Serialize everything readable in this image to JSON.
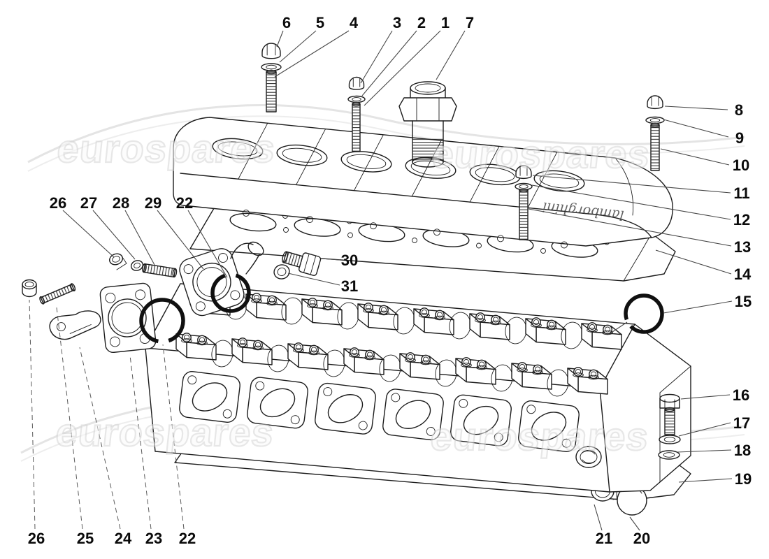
{
  "brand": {
    "watermark_text": "eurospares",
    "watermark_color": "#d4d4d4"
  },
  "diagram": {
    "cover_script": "lamborghini",
    "line_color": "#1c1c1c",
    "oring_color": "#101010",
    "callouts": [
      {
        "id": "top-6",
        "label": "6"
      },
      {
        "id": "top-5",
        "label": "5"
      },
      {
        "id": "top-4",
        "label": "4"
      },
      {
        "id": "top-3",
        "label": "3"
      },
      {
        "id": "top-2",
        "label": "2"
      },
      {
        "id": "top-1",
        "label": "1"
      },
      {
        "id": "top-7",
        "label": "7"
      },
      {
        "id": "right-8",
        "label": "8"
      },
      {
        "id": "right-9",
        "label": "9"
      },
      {
        "id": "right-10",
        "label": "10"
      },
      {
        "id": "right-11",
        "label": "11"
      },
      {
        "id": "right-12",
        "label": "12"
      },
      {
        "id": "right-13",
        "label": "13"
      },
      {
        "id": "right-14",
        "label": "14"
      },
      {
        "id": "right-15",
        "label": "15"
      },
      {
        "id": "right-16",
        "label": "16"
      },
      {
        "id": "right-17",
        "label": "17"
      },
      {
        "id": "right-18",
        "label": "18"
      },
      {
        "id": "right-19",
        "label": "19"
      },
      {
        "id": "left-26",
        "label": "26"
      },
      {
        "id": "left-27",
        "label": "27"
      },
      {
        "id": "left-28",
        "label": "28"
      },
      {
        "id": "left-29",
        "label": "29"
      },
      {
        "id": "left-22",
        "label": "22"
      },
      {
        "id": "mid-30",
        "label": "30"
      },
      {
        "id": "mid-31",
        "label": "31"
      },
      {
        "id": "bottom-26",
        "label": "26"
      },
      {
        "id": "bottom-25",
        "label": "25"
      },
      {
        "id": "bottom-24",
        "label": "24"
      },
      {
        "id": "bottom-23",
        "label": "23"
      },
      {
        "id": "bottom-22",
        "label": "22"
      },
      {
        "id": "bottom-21",
        "label": "21"
      },
      {
        "id": "bottom-20",
        "label": "20"
      }
    ]
  }
}
